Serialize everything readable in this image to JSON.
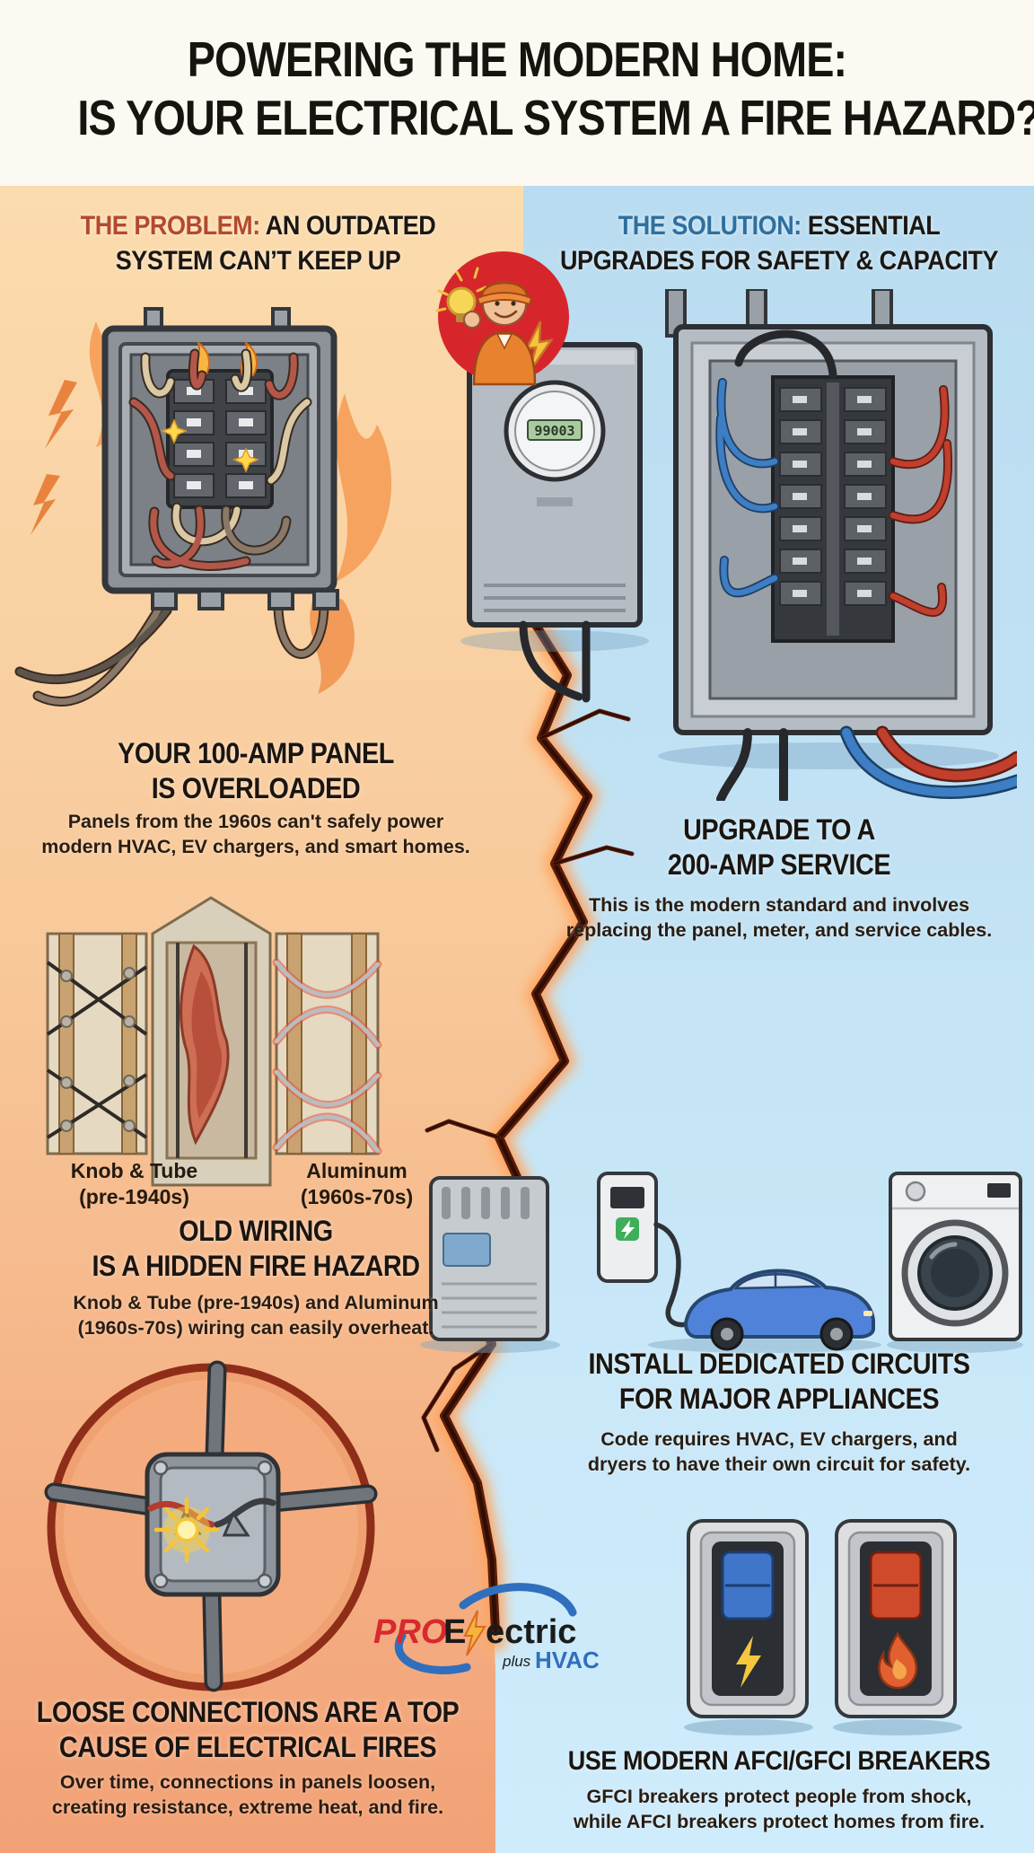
{
  "title": {
    "line1": "POWERING THE MODERN HOME:",
    "line2": "IS YOUR ELECTRICAL SYSTEM A FIRE HAZARD?"
  },
  "problem": {
    "label": "THE PROBLEM:",
    "headline_rest": "AN OUTDATED",
    "headline_line2": "SYSTEM CAN’T KEEP UP",
    "panel_section": {
      "title1": "YOUR 100-AMP PANEL",
      "title2": "IS OVERLOADED",
      "body1": "Panels from the 1960s can't safely power",
      "body2": "modern HVAC, EV chargers, and smart homes."
    },
    "wiring_labels": [
      {
        "name": "Knob & Tube",
        "era": "(pre-1940s)"
      },
      {
        "name": "Aluminum",
        "era": "(1960s-70s)"
      }
    ],
    "wiring_section": {
      "title1": "OLD WIRING",
      "title2": "IS A HIDDEN FIRE HAZARD",
      "body1": "Knob & Tube (pre-1940s) and Aluminum",
      "body2": "(1960s-70s) wiring can easily overheat."
    },
    "connections_section": {
      "title1": "LOOSE CONNECTIONS ARE A TOP",
      "title2": "CAUSE OF ELECTRICAL FIRES",
      "body1": "Over time, connections in panels loosen,",
      "body2": "creating resistance, extreme heat, and fire."
    }
  },
  "solution": {
    "label": "THE SOLUTION:",
    "headline_rest": "ESSENTIAL",
    "headline_line2": "UPGRADES FOR SAFETY & CAPACITY",
    "meter_reading": "99003",
    "service_section": {
      "title1": "UPGRADE TO A",
      "title2": "200-AMP SERVICE",
      "body1": "This is the modern standard and involves",
      "body2": "replacing the panel, meter, and service cables."
    },
    "circuits_section": {
      "title1": "INSTALL DEDICATED CIRCUITS",
      "title2": "FOR MAJOR APPLIANCES",
      "body1": "Code requires HVAC, EV chargers, and",
      "body2": "dryers to have their own circuit for safety."
    },
    "breakers_section": {
      "title1": "USE MODERN AFCI/GFCI BREAKERS",
      "body1": "GFCI breakers protect people from shock,",
      "body2": "while AFCI breakers protect homes from fire."
    }
  },
  "logo": {
    "pro": "PRO",
    "e": "E",
    "ectric": "ectric",
    "plus": "plus",
    "hvac": "HVAC"
  },
  "colors": {
    "problem_accent": "#b34a2b",
    "solution_accent": "#2e6f9e",
    "left_bg_top": "#fbdcae",
    "left_bg_bottom": "#f2a176",
    "right_bg_top": "#badcf0",
    "right_bg_bottom": "#cfecfc",
    "crack": "#2f0d04"
  }
}
